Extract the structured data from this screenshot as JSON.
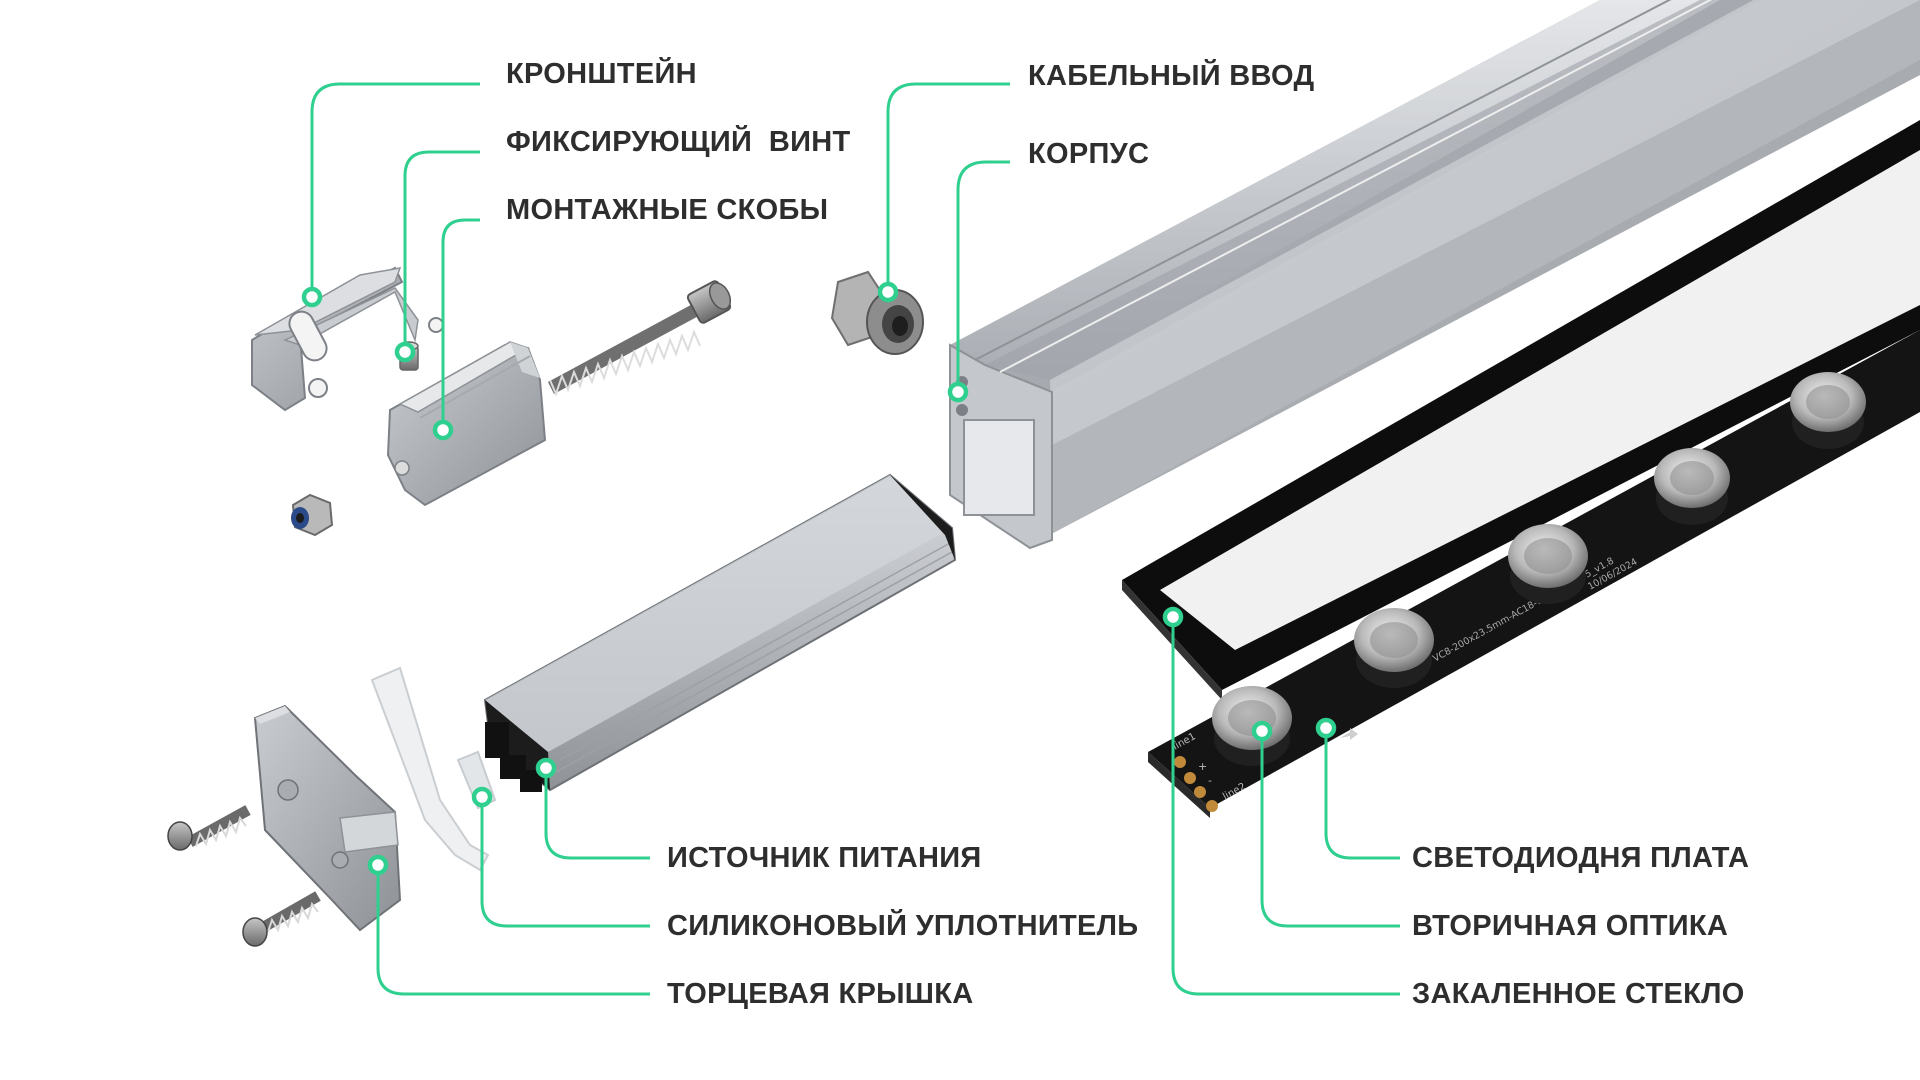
{
  "labels": {
    "bracket": "КРОНШТЕЙН",
    "fixing_screw": "ФИКСИРУЮЩИЙ  ВИНТ",
    "mounting_clamps": "МОНТАЖНЫЕ СКОБЫ",
    "cable_gland": "КАБЕЛЬНЫЙ ВВОД",
    "housing": "КОРПУС",
    "power_supply": "ИСТОЧНИК ПИТАНИЯ",
    "silicone_seal": "СИЛИКОНОВЫЙ УПЛОТНИТЕЛЬ",
    "end_cap": "ТОРЦЕВАЯ КРЫШКА",
    "led_board": "СВЕТОДИОДНЯ ПЛАТА",
    "secondary_optics": "ВТОРИЧНАЯ ОПТИКА",
    "tempered_glass": "ЗАКАЛЕННОЕ СТЕКЛО"
  },
  "pcb_markings": {
    "part_code": "VC8-200x23.5mm-AC18-6-chips-7035_v1.8",
    "date": "10/06/2024",
    "pad_1": "line1",
    "pad_2": "line2",
    "plus": "+",
    "minus": "-"
  },
  "colors": {
    "accent": "#2fd08f",
    "label_text": "#2e2e2e",
    "aluminum": "#b8bcc1",
    "pcb": "#141414"
  }
}
